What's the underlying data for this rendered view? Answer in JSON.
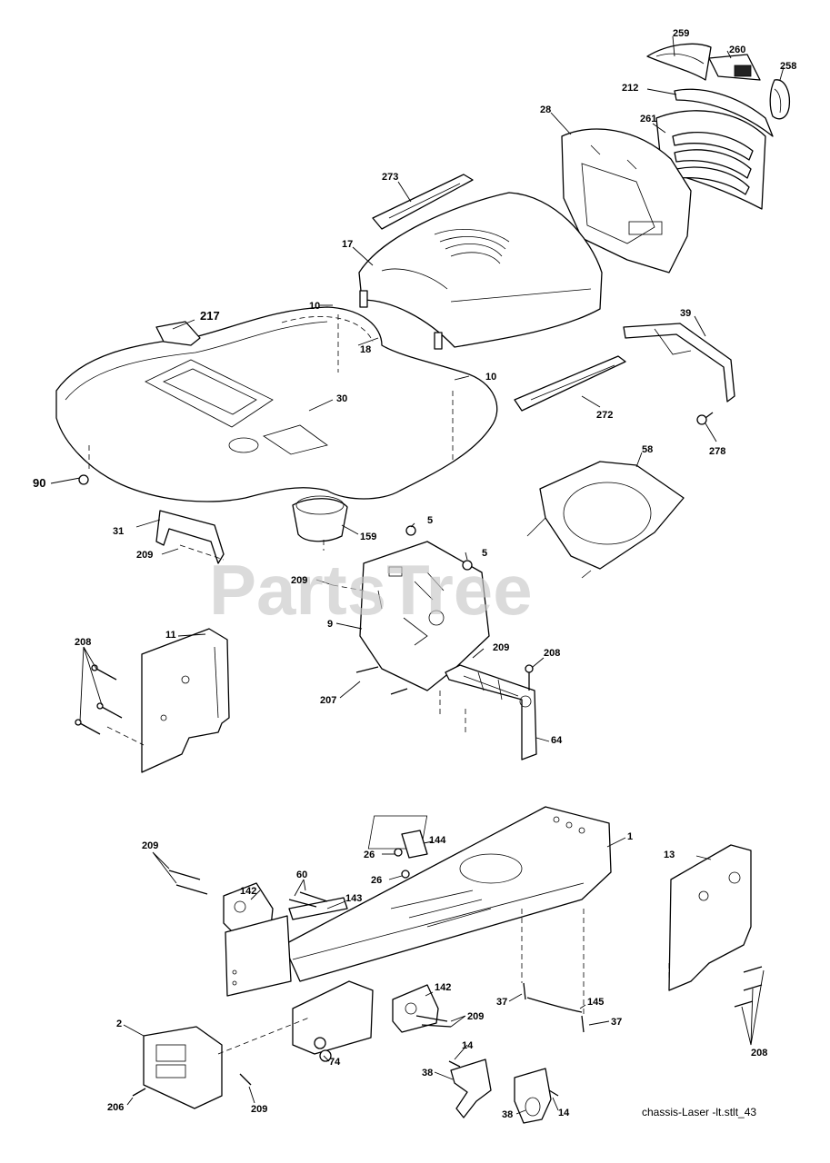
{
  "watermark": "PartsTree",
  "caption": "chassis-Laser -lt.stlt_43",
  "labels": [
    {
      "key": "l259",
      "text": "259"
    },
    {
      "key": "l260",
      "text": "260"
    },
    {
      "key": "l258",
      "text": "258"
    },
    {
      "key": "l212",
      "text": "212"
    },
    {
      "key": "l28",
      "text": "28"
    },
    {
      "key": "l261",
      "text": "261"
    },
    {
      "key": "l273",
      "text": "273"
    },
    {
      "key": "l17",
      "text": "17"
    },
    {
      "key": "l10a",
      "text": "10"
    },
    {
      "key": "l217",
      "text": "217"
    },
    {
      "key": "l18",
      "text": "18"
    },
    {
      "key": "l10b",
      "text": "10"
    },
    {
      "key": "l30",
      "text": "30"
    },
    {
      "key": "l39",
      "text": "39"
    },
    {
      "key": "l272",
      "text": "272"
    },
    {
      "key": "l278",
      "text": "278"
    },
    {
      "key": "l90",
      "text": "90"
    },
    {
      "key": "l58",
      "text": "58"
    },
    {
      "key": "l31",
      "text": "31"
    },
    {
      "key": "l159",
      "text": "159"
    },
    {
      "key": "l5a",
      "text": "5"
    },
    {
      "key": "l5b",
      "text": "5"
    },
    {
      "key": "l209a",
      "text": "209"
    },
    {
      "key": "l209b",
      "text": "209"
    },
    {
      "key": "l9",
      "text": "9"
    },
    {
      "key": "l11",
      "text": "11"
    },
    {
      "key": "l208a",
      "text": "208"
    },
    {
      "key": "l209c",
      "text": "209"
    },
    {
      "key": "l208b",
      "text": "208"
    },
    {
      "key": "l207",
      "text": "207"
    },
    {
      "key": "l64",
      "text": "64"
    },
    {
      "key": "l1",
      "text": "1"
    },
    {
      "key": "l144",
      "text": "144"
    },
    {
      "key": "l13",
      "text": "13"
    },
    {
      "key": "l209d",
      "text": "209"
    },
    {
      "key": "l26a",
      "text": "26"
    },
    {
      "key": "l60",
      "text": "60"
    },
    {
      "key": "l142a",
      "text": "142"
    },
    {
      "key": "l26b",
      "text": "26"
    },
    {
      "key": "l143",
      "text": "143"
    },
    {
      "key": "l142b",
      "text": "142"
    },
    {
      "key": "l37a",
      "text": "37"
    },
    {
      "key": "l145",
      "text": "145"
    },
    {
      "key": "l209e",
      "text": "209"
    },
    {
      "key": "l37b",
      "text": "37"
    },
    {
      "key": "l2",
      "text": "2"
    },
    {
      "key": "l74",
      "text": "74"
    },
    {
      "key": "l208c",
      "text": "208"
    },
    {
      "key": "l14a",
      "text": "14"
    },
    {
      "key": "l38a",
      "text": "38"
    },
    {
      "key": "l206",
      "text": "206"
    },
    {
      "key": "l209f",
      "text": "209"
    },
    {
      "key": "l38b",
      "text": "38"
    },
    {
      "key": "l14b",
      "text": "14"
    }
  ]
}
